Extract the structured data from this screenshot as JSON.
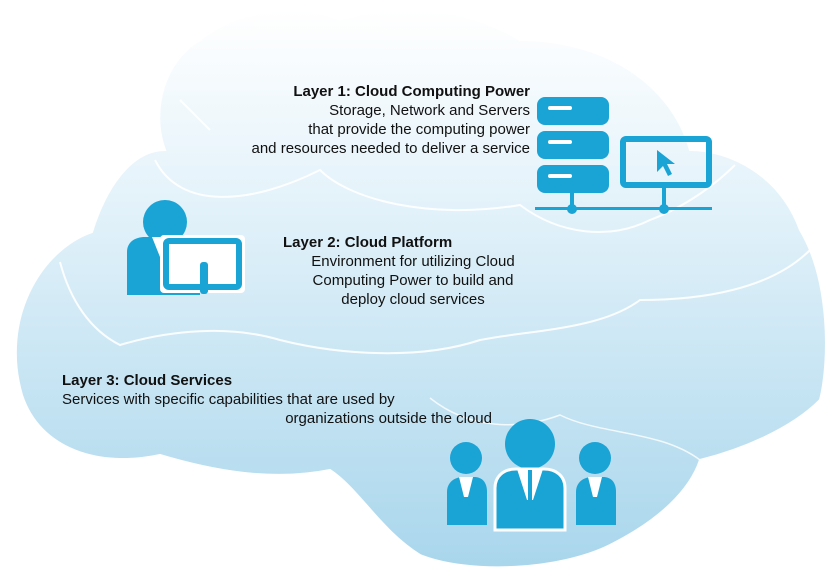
{
  "colors": {
    "cloud_top": "#ffffff",
    "cloud_bottom": "#a9d6ec",
    "cloud_outline": "#ffffff",
    "icon": "#1aa3d5"
  },
  "layers": [
    {
      "heading": "Layer 1: Cloud Computing Power",
      "lines": [
        "Storage, Network and Servers",
        "that provide the computing power",
        "and resources needed to deliver a service"
      ],
      "icon": "server-and-monitor-icon"
    },
    {
      "heading": "Layer 2: Cloud Platform",
      "lines": [
        "Environment for utilizing Cloud",
        "Computing Power to build and",
        "deploy cloud services"
      ],
      "icon": "user-at-computer-icon"
    },
    {
      "heading": "Layer 3: Cloud Services",
      "lines": [
        "Services with specific capabilities that are used by",
        "organizations outside the cloud"
      ],
      "icon": "people-group-icon"
    }
  ]
}
